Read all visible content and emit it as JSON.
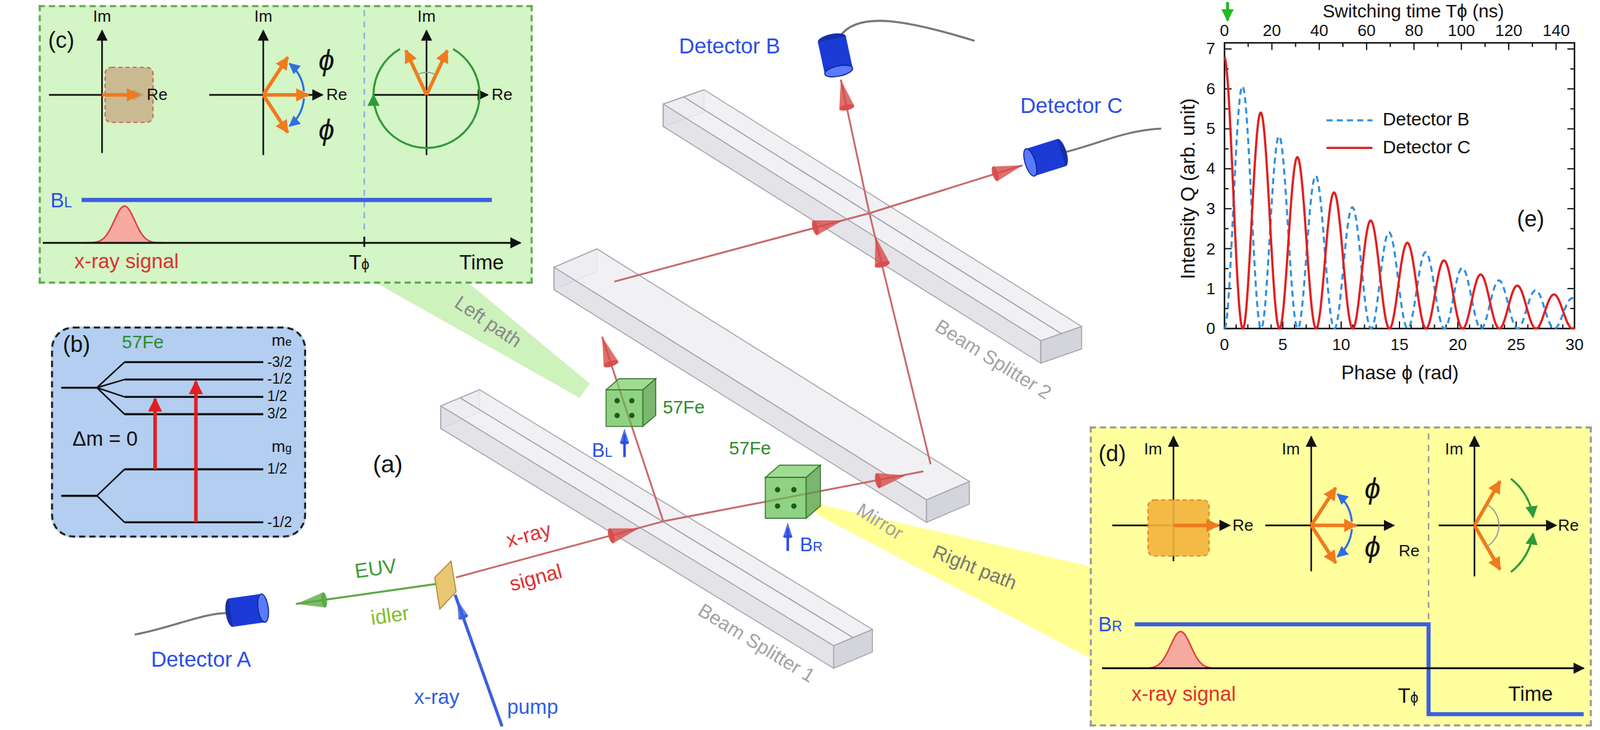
{
  "diagram": {
    "nodes": [
      {
        "text": [
          "(c)",
          "Im",
          "Re",
          "Im",
          "ϕ",
          "ϕ",
          "Re",
          "Im",
          "Re",
          "BL",
          "x-ray signal",
          "Tϕ",
          "Time"
        ]
      },
      {
        "text": [
          "(b)",
          "57Fe",
          "me",
          "-3/2",
          "-1/2",
          "1/2",
          "3/2",
          "Δm = 0",
          "mg",
          "1/2",
          "-1/2"
        ]
      },
      {
        "text": [
          "(d)",
          "Im",
          "Re",
          "Im",
          "ϕ",
          "ϕ",
          "Re",
          "Im",
          "Re",
          "BR",
          "x-ray signal",
          "Tϕ",
          "Time"
        ]
      }
    ],
    "labels": [
      "Detector B",
      "Detector C",
      "(a)",
      "Left path",
      "Beam Splitter 2",
      "57Fe",
      "BL",
      "57Fe",
      "BR",
      "Mirror",
      "Right path",
      "x-ray",
      "signal",
      "EUV",
      "idler",
      "Detector A",
      "Beam Splitter 1",
      "x-ray",
      "pump",
      "Switching time Tϕ (ns)",
      "0",
      "20",
      "40",
      "60",
      "80",
      "100",
      "120",
      "140",
      "Intensity Q (arb. unit)",
      "7",
      "6",
      "5",
      "4",
      "3",
      "2",
      "1",
      "0",
      "(e)",
      "0",
      "5",
      "10",
      "15",
      "20",
      "25",
      "30",
      "Phase ϕ (rad)"
    ],
    "legend": [
      {
        "text": "Detector B"
      },
      {
        "text": "Detector C"
      }
    ]
  }
}
